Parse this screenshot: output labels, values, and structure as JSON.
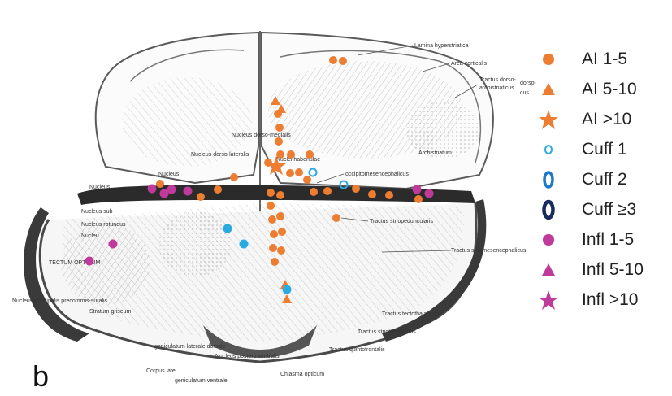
{
  "panel_label": "b",
  "colors": {
    "ai": "#ED7D31",
    "cuff1": "#29ABE2",
    "cuff2": "#1F78C8",
    "cuff3": "#1B2A5C",
    "infl": "#C03A9C"
  },
  "legend": [
    {
      "label": "AI 1-5",
      "symbol": "circle",
      "color": "#ED7D31"
    },
    {
      "label": "AI 5-10",
      "symbol": "triangle",
      "color": "#ED7D31"
    },
    {
      "label": "AI >10",
      "symbol": "star",
      "color": "#ED7D31"
    },
    {
      "label": "Cuff 1",
      "symbol": "ring-thin",
      "color": "#29ABE2"
    },
    {
      "label": "Cuff 2",
      "symbol": "ring-medium",
      "color": "#1F78C8"
    },
    {
      "label": "Cuff ≥3",
      "symbol": "ring-thick",
      "color": "#1B2A5C"
    },
    {
      "label": "Infl 1-5",
      "symbol": "circle",
      "color": "#C03A9C"
    },
    {
      "label": "Infl 5-10",
      "symbol": "triangle",
      "color": "#C03A9C"
    },
    {
      "label": "Infl >10",
      "symbol": "star",
      "color": "#C03A9C"
    }
  ],
  "anatomy_labels": {
    "lamina_hyperstriatica": "Lamina hyperstriatica",
    "area_corticalis": "Area corticalis",
    "tractus_dorso": "Tractus dorso-",
    "archistriaticus": "archistriaticus",
    "dorso_side": "dorso-",
    "cus": "cus",
    "archistriatum": "Archistriatum",
    "nucleus_dorso_medialis": "Nucleus dorso-medialis",
    "nucleus_dorsolateralis": "Nucleus dorso-lateralis",
    "nuclei_habenulae": "Nuclei habenulae",
    "nucleus_left": "Nucleus",
    "nucleus_left2": "Nucleus",
    "nucleus_sub": "Nucleus sub",
    "nucleus_rotundus": "Nucleus rotundus",
    "nucleus_short": "Nucleu",
    "tectum_opticum": "TECTUM OPTICUM",
    "tractus_occipitomesencephalicus": "occipitomesencephalicus",
    "tractus_strio_peduncularis": "Tractus striopeduncularis",
    "tractus_striomesencephalicus": "Tractus striomesencephalicus",
    "nucleus_principalis": "Nucleus principalis precommis-suralis",
    "stratum_griseum": "Stratum griseum",
    "geniculatum_laterale": "geniculatum laterale dorsale",
    "corpus_laterale": "Corpus late",
    "geniculatum_ventrale": "geniculatum ventrale",
    "nucleus_postero_ventralis": "Nucleus postero ventralis",
    "chiasma_opticum": "Chiasma opticum",
    "tractus_quintofrontalis": "Tractus quintofrontalis",
    "tractus_striothalamicus": "Tractus striothalamicus",
    "tractus_tectothalamicus": "Tractus tectothalamicus"
  }
}
